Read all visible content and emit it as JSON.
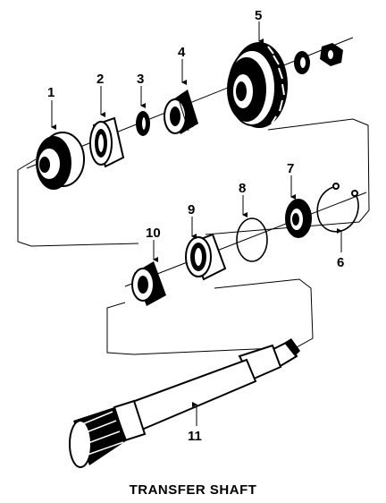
{
  "caption": "TRANSFER SHAFT",
  "callouts": {
    "c1": "1",
    "c2": "2",
    "c3": "3",
    "c4": "4",
    "c5": "5",
    "c6": "6",
    "c7": "7",
    "c8": "8",
    "c9": "9",
    "c10": "10",
    "c11": "11"
  }
}
